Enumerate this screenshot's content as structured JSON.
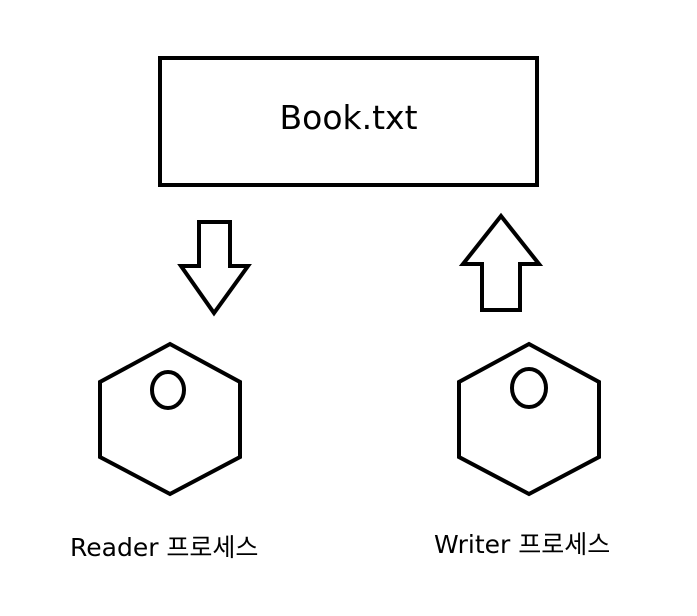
{
  "file": {
    "name": "Book.txt"
  },
  "reader": {
    "label": "Reader 프로세스"
  },
  "writer": {
    "label": "Writer 프로세스"
  },
  "colors": {
    "stroke": "#000000",
    "background": "#ffffff"
  }
}
